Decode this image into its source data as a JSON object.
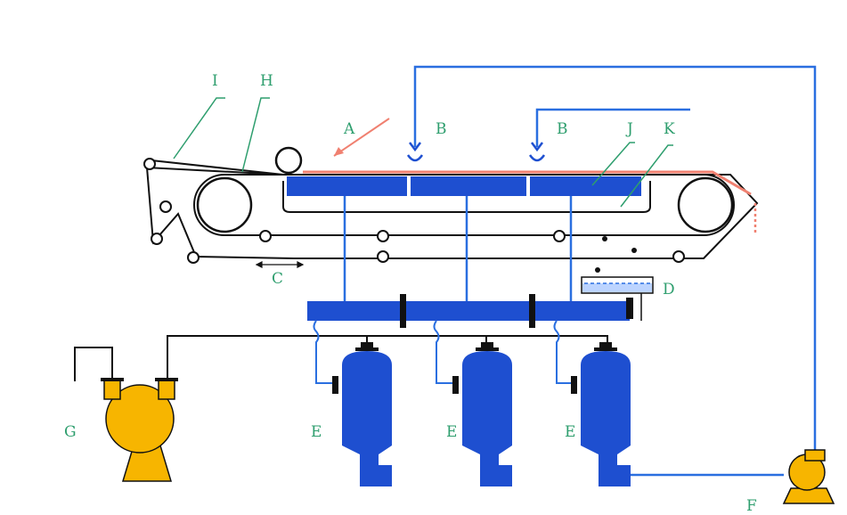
{
  "labels": {
    "I": "I",
    "H": "H",
    "A": "A",
    "B1": "B",
    "B2": "B",
    "J": "J",
    "K": "K",
    "C": "C",
    "D": "D",
    "G": "G",
    "E1": "E",
    "E2": "E",
    "E3": "E",
    "F": "F"
  },
  "colors": {
    "blue": "#1e4fd0",
    "pipe_blue": "#2a6fe0",
    "orange": "#f7b500",
    "red": "#f08070",
    "line": "#111111",
    "label": "#2e9e6e",
    "water": "#bcd4ff"
  }
}
